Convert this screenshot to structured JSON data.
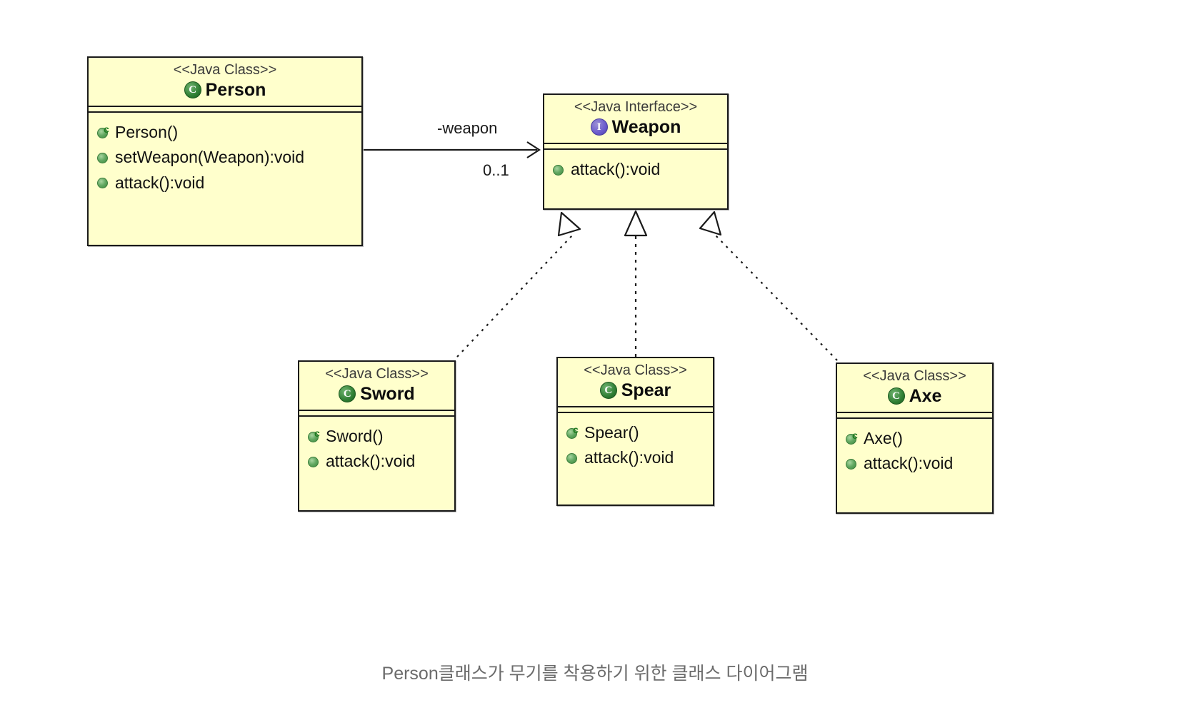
{
  "diagram": {
    "title_caption": "Person클래스가 무기를 착용하기 위한 클래스 다이어그램",
    "palette": {
      "box_fill": "#FFFFCC",
      "box_border": "#1A1A1A",
      "class_icon": "#2E7D32",
      "interface_icon": "#6A5ACD",
      "member_bullet": "#3D8B3D",
      "stereotype_text": "#3B3B3B",
      "caption_text": "#6B6B6B",
      "canvas_bg": "#FFFFFF"
    },
    "nodes": [
      {
        "id": "person",
        "stereotype": "<<Java Class>>",
        "name": "Person",
        "icon": "class-icon",
        "members": [
          {
            "label": "Person()",
            "icon": "constructor-bullet-icon",
            "constructor": true
          },
          {
            "label": "setWeapon(Weapon):void",
            "icon": "method-bullet-icon",
            "constructor": false
          },
          {
            "label": "attack():void",
            "icon": "method-bullet-icon",
            "constructor": false
          }
        ]
      },
      {
        "id": "weapon",
        "stereotype": "<<Java Interface>>",
        "name": "Weapon",
        "icon": "interface-icon",
        "members": [
          {
            "label": "attack():void",
            "icon": "method-bullet-icon",
            "constructor": false
          }
        ]
      },
      {
        "id": "sword",
        "stereotype": "<<Java Class>>",
        "name": "Sword",
        "icon": "class-icon",
        "members": [
          {
            "label": "Sword()",
            "icon": "constructor-bullet-icon",
            "constructor": true
          },
          {
            "label": "attack():void",
            "icon": "method-bullet-icon",
            "constructor": false
          }
        ]
      },
      {
        "id": "spear",
        "stereotype": "<<Java Class>>",
        "name": "Spear",
        "icon": "class-icon",
        "members": [
          {
            "label": "Spear()",
            "icon": "constructor-bullet-icon",
            "constructor": true
          },
          {
            "label": "attack():void",
            "icon": "method-bullet-icon",
            "constructor": false
          }
        ]
      },
      {
        "id": "axe",
        "stereotype": "<<Java Class>>",
        "name": "Axe",
        "icon": "class-icon",
        "members": [
          {
            "label": "Axe()",
            "icon": "constructor-bullet-icon",
            "constructor": true
          },
          {
            "label": "attack():void",
            "icon": "method-bullet-icon",
            "constructor": false
          }
        ]
      }
    ],
    "edges": [
      {
        "id": "person-weapon",
        "type": "association",
        "from": "person",
        "to": "weapon",
        "role_label": "-weapon",
        "multiplicity": "0..1",
        "style": "solid",
        "arrowhead": "open"
      },
      {
        "id": "sword-weapon",
        "type": "realization",
        "from": "sword",
        "to": "weapon",
        "style": "dashed",
        "arrowhead": "hollow-triangle"
      },
      {
        "id": "spear-weapon",
        "type": "realization",
        "from": "spear",
        "to": "weapon",
        "style": "dashed",
        "arrowhead": "hollow-triangle"
      },
      {
        "id": "axe-weapon",
        "type": "realization",
        "from": "axe",
        "to": "weapon",
        "style": "dashed",
        "arrowhead": "hollow-triangle"
      }
    ]
  }
}
